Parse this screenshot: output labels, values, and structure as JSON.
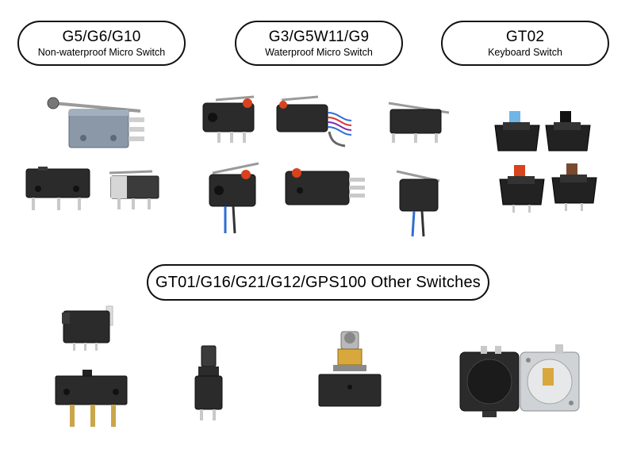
{
  "groups": {
    "non_waterproof": {
      "title": "G5/G6/G10",
      "subtitle": "Non-waterproof Micro Switch"
    },
    "waterproof": {
      "title": "G3/G5W11/G9",
      "subtitle": "Waterproof  Micro Switch"
    },
    "keyboard": {
      "title": "GT02",
      "subtitle": "Keyboard Switch"
    },
    "other": {
      "title": "GT01/G16/G21/G12/GPS100 Other Switches"
    }
  },
  "colors": {
    "body_dark": "#2b2b2b",
    "body_grey": "#8a98a8",
    "metal": "#c9c9c9",
    "actuator_red": "#d8421c",
    "keycap_blue": "#6fb6e6",
    "keycap_brown": "#7a4a2e",
    "wire_blue": "#2f6fd1"
  }
}
